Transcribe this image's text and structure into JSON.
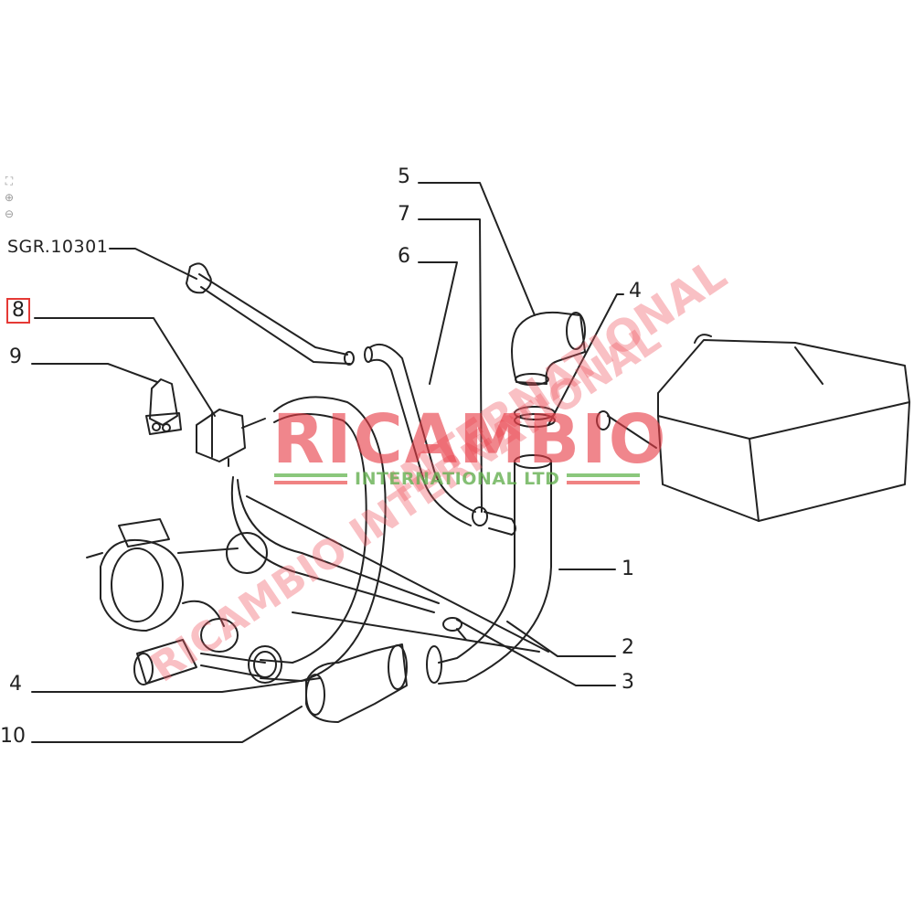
{
  "viewer": {
    "tools": [
      {
        "name": "fit-icon",
        "glyph": "⛶"
      },
      {
        "name": "zoom-in-icon",
        "glyph": "⊕"
      },
      {
        "name": "zoom-out-icon",
        "glyph": "⊖"
      }
    ]
  },
  "diagram": {
    "reference": "SGR.10301",
    "callouts": [
      {
        "id": "8",
        "label": "8",
        "selected": true
      },
      {
        "id": "9",
        "label": "9"
      },
      {
        "id": "5",
        "label": "5"
      },
      {
        "id": "7",
        "label": "7"
      },
      {
        "id": "6",
        "label": "6"
      },
      {
        "id": "4a",
        "label": "4"
      },
      {
        "id": "1",
        "label": "1"
      },
      {
        "id": "2",
        "label": "2"
      },
      {
        "id": "3",
        "label": "3"
      },
      {
        "id": "4b",
        "label": "4"
      },
      {
        "id": "10",
        "label": "10"
      }
    ],
    "highlight_color": "#e53935",
    "line_color": "#222222"
  },
  "watermark": {
    "main": "RICAMBIO",
    "sub": "INTERNATIONAL LTD",
    "diagonal_1": "INTERNATIONAL",
    "diagonal_2": "RICAMBIO INTERNATIONAL",
    "red": "#e63c46",
    "green": "#64b450"
  }
}
